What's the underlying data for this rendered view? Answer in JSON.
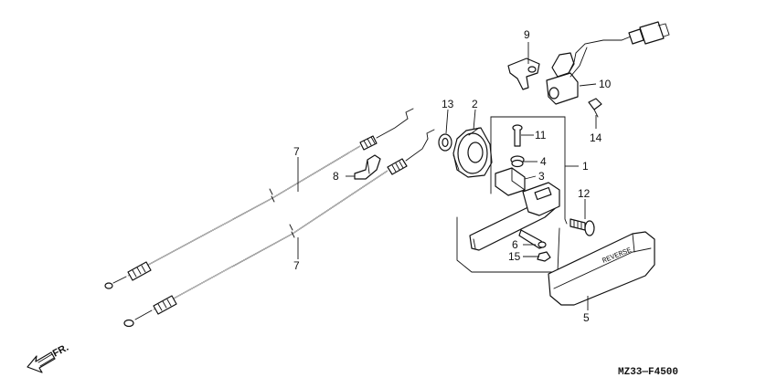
{
  "callouts": {
    "c1": "1",
    "c2": "2",
    "c3": "3",
    "c4": "4",
    "c5": "5",
    "c6": "6",
    "c7a": "7",
    "c7b": "7",
    "c8": "8",
    "c9": "9",
    "c10": "10",
    "c11": "11",
    "c12": "12",
    "c13": "13",
    "c14": "14",
    "c15": "15"
  },
  "front_arrow_label": "FR.",
  "lever_cover_text": "REVERSE",
  "diagram_code": "MZ33—F4500"
}
